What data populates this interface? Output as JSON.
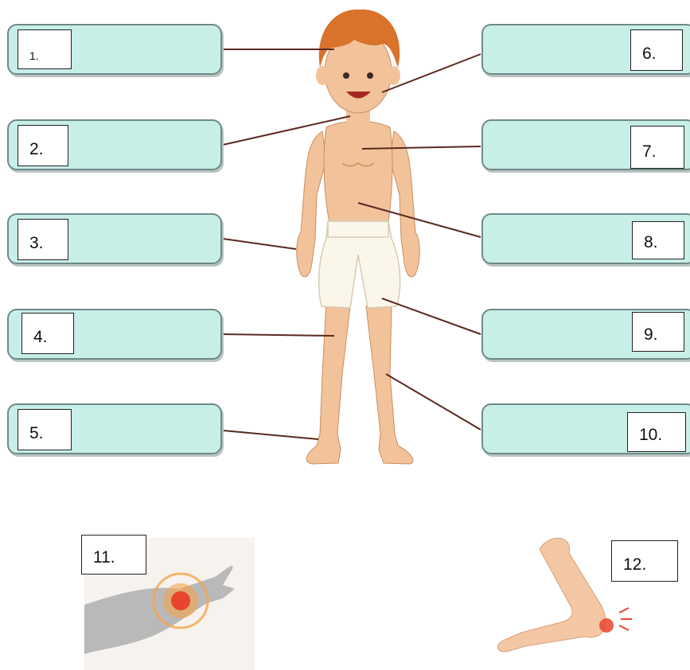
{
  "labels": {
    "l1": "1.",
    "l2": "2.",
    "l3": "3.",
    "l4": "4.",
    "l5": "5.",
    "l6": "6.",
    "l7": "7.",
    "l8": "8.",
    "l9": "9.",
    "l10": "10.",
    "l11": "11.",
    "l12": "12."
  },
  "colors": {
    "box_fill": "#c8eee8",
    "box_border": "#6f8a86",
    "skin": "#f2c39a",
    "hair": "#d9722a",
    "leader_line": "#5a2a22",
    "pain_red": "#e8452c"
  }
}
